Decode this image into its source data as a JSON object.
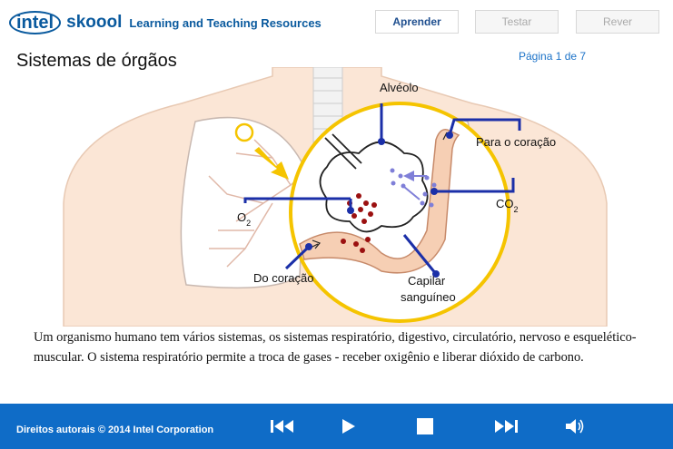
{
  "header": {
    "logo_intel": "intel",
    "logo_skoool": "skoool",
    "logo_tagline": "Learning and Teaching Resources",
    "nav": {
      "learn": "Aprender",
      "test": "Testar",
      "review": "Rever"
    }
  },
  "page": {
    "title": "Sistemas de órgãos",
    "page_indicator": "Página 1 de 7"
  },
  "diagram": {
    "alveolus_label": "Alvéolo",
    "to_heart_label": "Para o coração",
    "from_heart_label": "Do coração",
    "o2_label": "O",
    "o2_sub": "2",
    "co2_label": "CO",
    "co2_sub": "2",
    "capillary_line1": "Capilar",
    "capillary_line2": "sanguíneo"
  },
  "description": "Um organismo humano tem vários sistemas, os sistemas respiratório, digestivo, circulatório, nervoso e esquelético-muscular. O sistema respiratório permite a troca de gases - receber oxigênio e liberar dióxido de carbono.",
  "footer": {
    "copyright": "Direitos autorais © 2014 Intel Corporation",
    "controls": [
      "skip-back-icon",
      "play-icon",
      "stop-icon",
      "skip-forward-icon",
      "speaker-icon"
    ]
  },
  "colors": {
    "footer_bg": "#0f6cc7",
    "accent_blue": "#1b2fa8",
    "highlight_yellow": "#f5c400",
    "skin": "#fbe6d6"
  }
}
